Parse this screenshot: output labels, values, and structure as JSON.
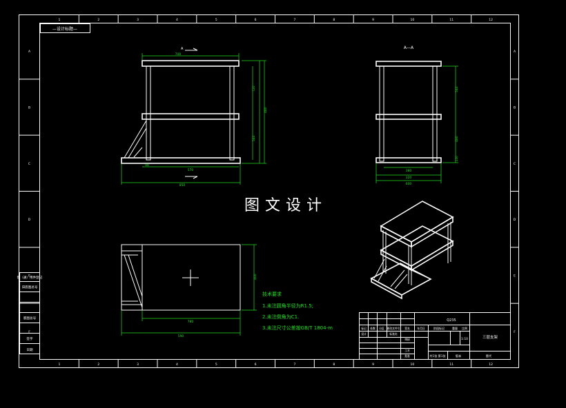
{
  "drawing": {
    "watermark": "图文设计",
    "top_left_tag": "—设计标题—",
    "section_mark": "A—A",
    "section_arrow_label": "A",
    "border_columns": [
      "1",
      "2",
      "3",
      "4",
      "5",
      "6",
      "7",
      "8",
      "9",
      "10",
      "11",
      "12"
    ],
    "border_rows": [
      "A",
      "B",
      "C",
      "D",
      "E",
      "F"
    ],
    "left_stamp_rows": [
      "借（通）用件登记",
      "旧底图总号",
      "底图总号",
      "签字",
      "日期"
    ],
    "front_view_dims": [
      "700",
      "720",
      "480",
      "540",
      "90",
      "570",
      "850"
    ],
    "side_view_dims": [
      "320",
      "540",
      "600",
      "480",
      "380",
      "230"
    ],
    "top_view_dims": [
      "780",
      "590",
      "400"
    ],
    "colors": {
      "line": "#ffffff",
      "dimension": "#22e022",
      "background": "#000000"
    }
  },
  "tech_requirements": {
    "title": "技术要求",
    "items": [
      "1.未注圆角半径为R1.5;",
      "2.未注倒角为C1.",
      "3.未注尺寸公差按GB/T 1804-m"
    ]
  },
  "title_block": {
    "material": "Q235",
    "product_name": "三层支架",
    "scale": "1:10",
    "sheet_label": "共1张 第1张",
    "version_label": "版本",
    "replace_label": "替代",
    "col_headers": [
      "标记",
      "处数",
      "分区",
      "更改文件号",
      "签名",
      "年月日"
    ],
    "role_labels": [
      "设计",
      "标准化",
      "审核",
      "工艺",
      "批准"
    ],
    "stage_labels": [
      "阶段标记",
      "重量",
      "比例"
    ]
  }
}
